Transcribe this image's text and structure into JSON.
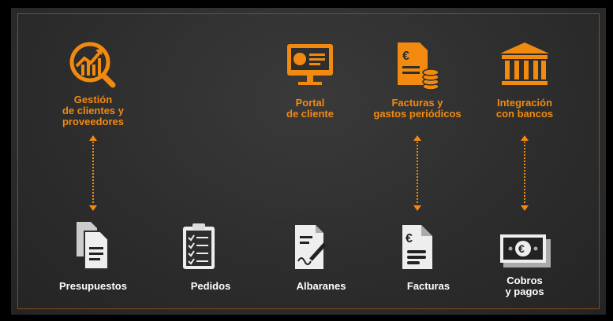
{
  "accent_color": "#f28a10",
  "top": [
    {
      "label_lines": [
        "Gestión",
        "de clientes y",
        "proveedores"
      ],
      "icon": "analytics-search-icon"
    },
    {
      "label_lines": [
        "Portal",
        "de cliente"
      ],
      "icon": "monitor-dashboard-icon"
    },
    {
      "label_lines": [
        "Facturas y",
        "gastos periódicos"
      ],
      "icon": "invoice-coins-icon"
    },
    {
      "label_lines": [
        "Integración",
        "con bancos"
      ],
      "icon": "bank-icon"
    }
  ],
  "bottom": [
    {
      "label_lines": [
        "Presupuestos"
      ],
      "icon": "documents-icon"
    },
    {
      "label_lines": [
        "Pedidos"
      ],
      "icon": "clipboard-checklist-icon"
    },
    {
      "label_lines": [
        "Albaranes"
      ],
      "icon": "signed-document-icon"
    },
    {
      "label_lines": [
        "Facturas"
      ],
      "icon": "euro-invoice-icon"
    },
    {
      "label_lines": [
        "Cobros",
        "y pagos"
      ],
      "icon": "banknotes-icon"
    }
  ]
}
